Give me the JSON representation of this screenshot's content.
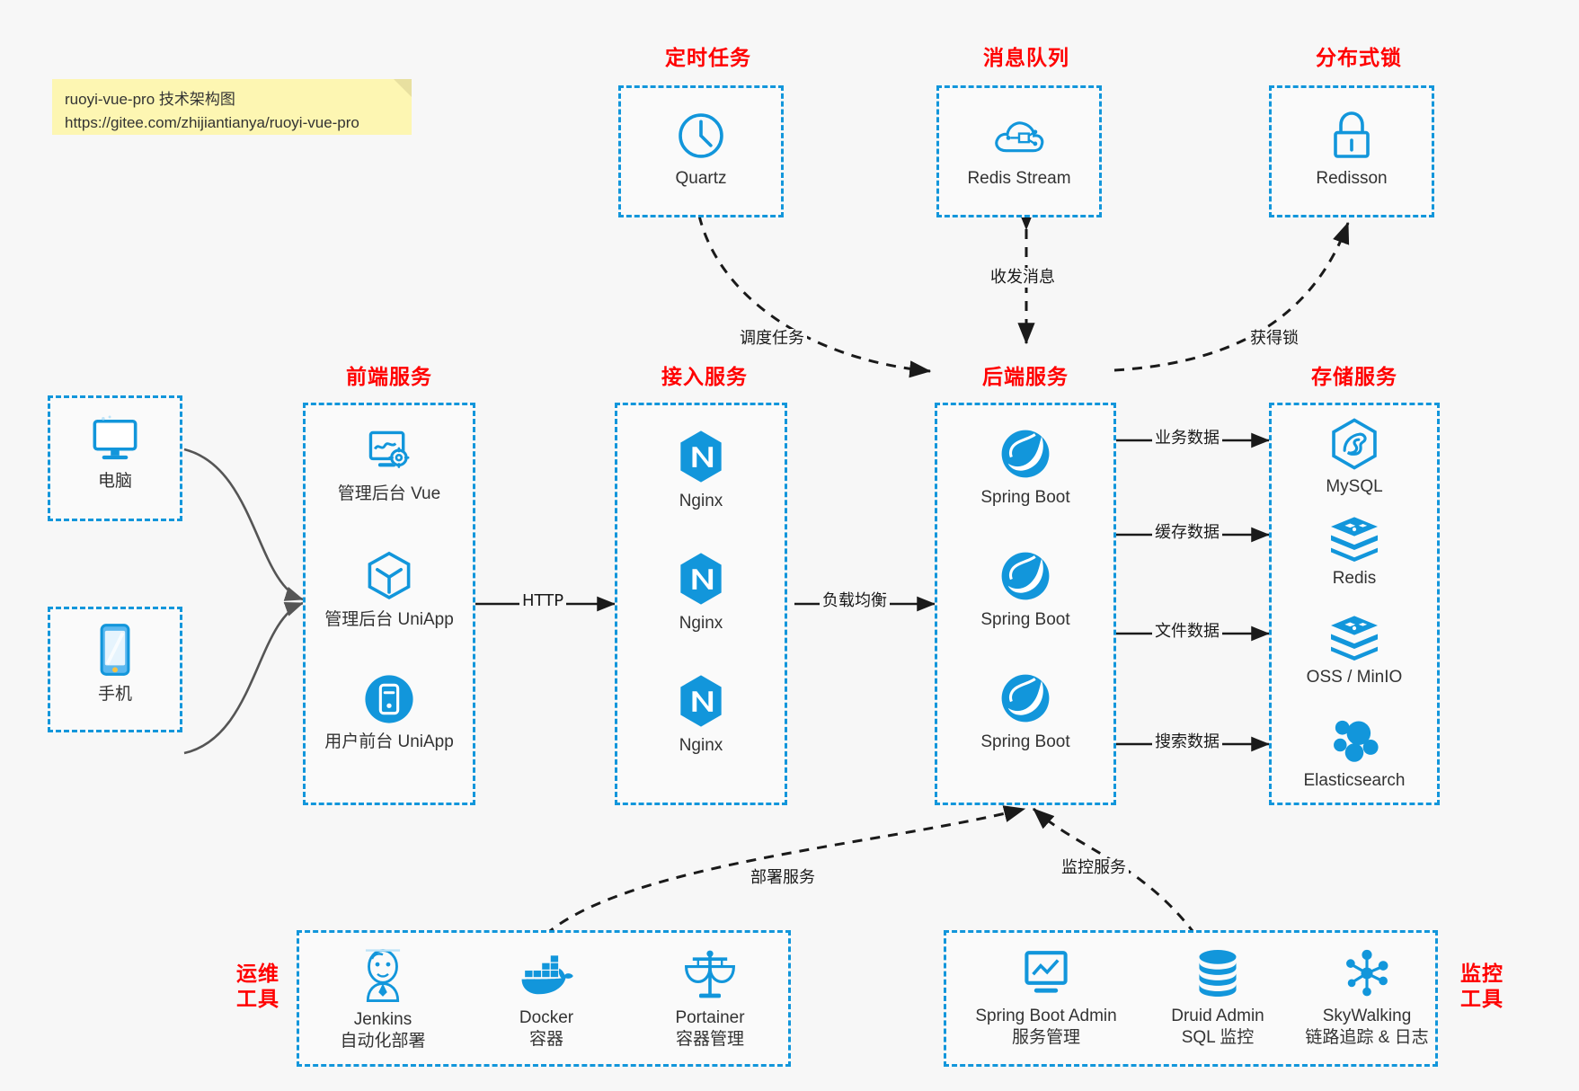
{
  "note": {
    "line1": "ruoyi-vue-pro 技术架构图",
    "line2": "https://gitee.com/zhijiantianya/ruoyi-vue-pro"
  },
  "palette": {
    "accent_blue": "#1296db",
    "title_red": "#ff0000",
    "text_dark": "#333333",
    "background": "#f7f7f7",
    "note_yellow": "#fdf6b2",
    "arrow_gray": "#555555",
    "arrow_black": "#1a1a1a"
  },
  "sections": {
    "scheduled_task": "定时任务",
    "message_queue": "消息队列",
    "distributed_lock": "分布式锁",
    "frontend_service": "前端服务",
    "gateway_service": "接入服务",
    "backend_service": "后端服务",
    "storage_service": "存储服务",
    "devops_tools_l1": "运维",
    "devops_tools_l2": "工具",
    "monitor_tools_l1": "监控",
    "monitor_tools_l2": "工具"
  },
  "nodes": {
    "quartz": {
      "label": "Quartz",
      "icon": "clock-icon"
    },
    "redis_stream": {
      "label": "Redis Stream",
      "icon": "cloud-stream-icon"
    },
    "redisson": {
      "label": "Redisson",
      "icon": "lock-icon"
    },
    "computer": {
      "label": "电脑",
      "icon": "desktop-icon"
    },
    "phone": {
      "label": "手机",
      "icon": "mobile-icon"
    },
    "admin_vue": {
      "label": "管理后台 Vue",
      "icon": "dashboard-gear-icon"
    },
    "admin_uniapp": {
      "label": "管理后台 UniApp",
      "icon": "cube-icon"
    },
    "user_uniapp": {
      "label": "用户前台 UniApp",
      "icon": "app-circle-icon"
    },
    "nginx1": {
      "label": "Nginx",
      "icon": "nginx-icon"
    },
    "nginx2": {
      "label": "Nginx",
      "icon": "nginx-icon"
    },
    "nginx3": {
      "label": "Nginx",
      "icon": "nginx-icon"
    },
    "springboot1": {
      "label": "Spring Boot",
      "icon": "spring-leaf-icon"
    },
    "springboot2": {
      "label": "Spring Boot",
      "icon": "spring-leaf-icon"
    },
    "springboot3": {
      "label": "Spring Boot",
      "icon": "spring-leaf-icon"
    },
    "mysql": {
      "label": "MySQL",
      "icon": "mysql-dolphin-icon"
    },
    "redis": {
      "label": "Redis",
      "icon": "redis-stack-icon"
    },
    "oss_minio": {
      "label": "OSS / MinIO",
      "icon": "redis-stack-icon"
    },
    "elasticsearch": {
      "label": "Elasticsearch",
      "icon": "elasticsearch-icon"
    },
    "jenkins": {
      "label": "Jenkins",
      "sublabel": "自动化部署",
      "icon": "jenkins-butler-icon"
    },
    "docker": {
      "label": "Docker",
      "sublabel": "容器",
      "icon": "docker-whale-icon"
    },
    "portainer": {
      "label": "Portainer",
      "sublabel": "容器管理",
      "icon": "scales-icon"
    },
    "spring_boot_admin": {
      "label": "Spring Boot Admin",
      "sublabel": "服务管理",
      "icon": "monitor-chart-icon"
    },
    "druid_admin": {
      "label": "Druid Admin",
      "sublabel": "SQL 监控",
      "icon": "database-icon"
    },
    "skywalking": {
      "label": "SkyWalking",
      "sublabel": "链路追踪 & 日志",
      "icon": "skywalking-node-icon"
    }
  },
  "edges": {
    "schedule_task": "调度任务",
    "send_receive_message": "收发消息",
    "acquire_lock": "获得锁",
    "http": "HTTP",
    "load_balance": "负载均衡",
    "business_data": "业务数据",
    "cache_data": "缓存数据",
    "file_data": "文件数据",
    "search_data": "搜索数据",
    "deploy_service": "部署服务",
    "monitor_service": "监控服务"
  }
}
